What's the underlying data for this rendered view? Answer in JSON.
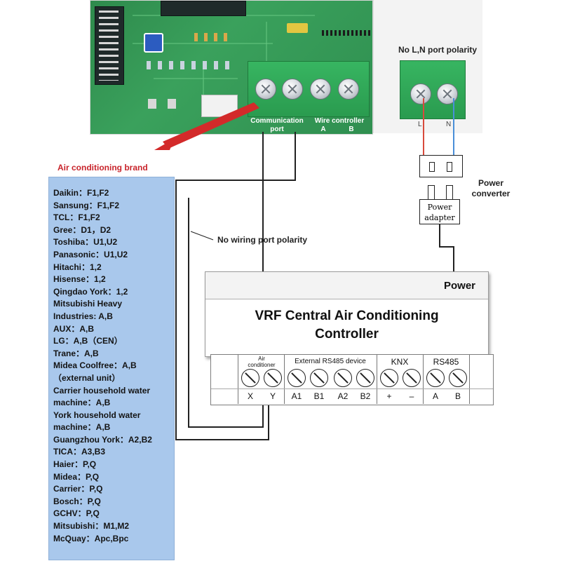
{
  "pcb": {
    "communication_port_label": "Communication port",
    "wire_controller_label": "Wire controller",
    "wire_controller_a": "A",
    "wire_controller_b": "B"
  },
  "power_block": {
    "polarity_note": "No L,N port polarity",
    "l_label": "L",
    "n_label": "N"
  },
  "power_converter": {
    "label_line1": "Power",
    "label_line2": "converter",
    "adapter_line1": "Power",
    "adapter_line2": "adapter"
  },
  "wiring_note": "No wiring port polarity",
  "brand_heading": "Air conditioning brand",
  "brands": [
    "Daikin：F1,F2",
    "Sansung：F1,F2",
    "TCL：F1,F2",
    "Gree：D1，D2",
    "Toshiba：U1,U2",
    "Panasonic：U1,U2",
    "Hitachi：1,2",
    "Hisense：1,2",
    "Qingdao York：1,2",
    "Mitsubishi Heavy",
    "Industries: A,B",
    "AUX：A,B",
    "LG：A,B（CEN）",
    "Trane：A,B",
    "Midea Coolfree：A,B",
    "（external unit）",
    "Carrier household water",
    "machine：A,B",
    "York household water",
    "machine：A,B",
    "Guangzhou York：A2,B2",
    "TICA：A3,B3",
    "Haier：P,Q",
    "Midea：P,Q",
    "Carrier：P,Q",
    "Bosch：P,Q",
    "GCHV：P,Q",
    "Mitsubishi：M1,M2",
    "McQuay：Apc,Bpc"
  ],
  "controller": {
    "power_label": "Power",
    "title_line1": "VRF Central Air Conditioning",
    "title_line2": "Controller",
    "groups": {
      "air_conditioner_line1": "Air",
      "air_conditioner_line2": "conditioner",
      "external_rs485": "External RS485 device",
      "knx": "KNX",
      "rs485": "RS485"
    },
    "terminals": [
      "X",
      "Y",
      "A1",
      "B1",
      "A2",
      "B2",
      "+",
      "–",
      "A",
      "B"
    ]
  },
  "colors": {
    "pcb_green": "#3aa15c",
    "brand_panel": "#a9c8ec",
    "arrow_red": "#d32a2a",
    "heading_red": "#c8242b",
    "wire_red": "#d84a3c",
    "wire_blue": "#4a8fd8"
  }
}
